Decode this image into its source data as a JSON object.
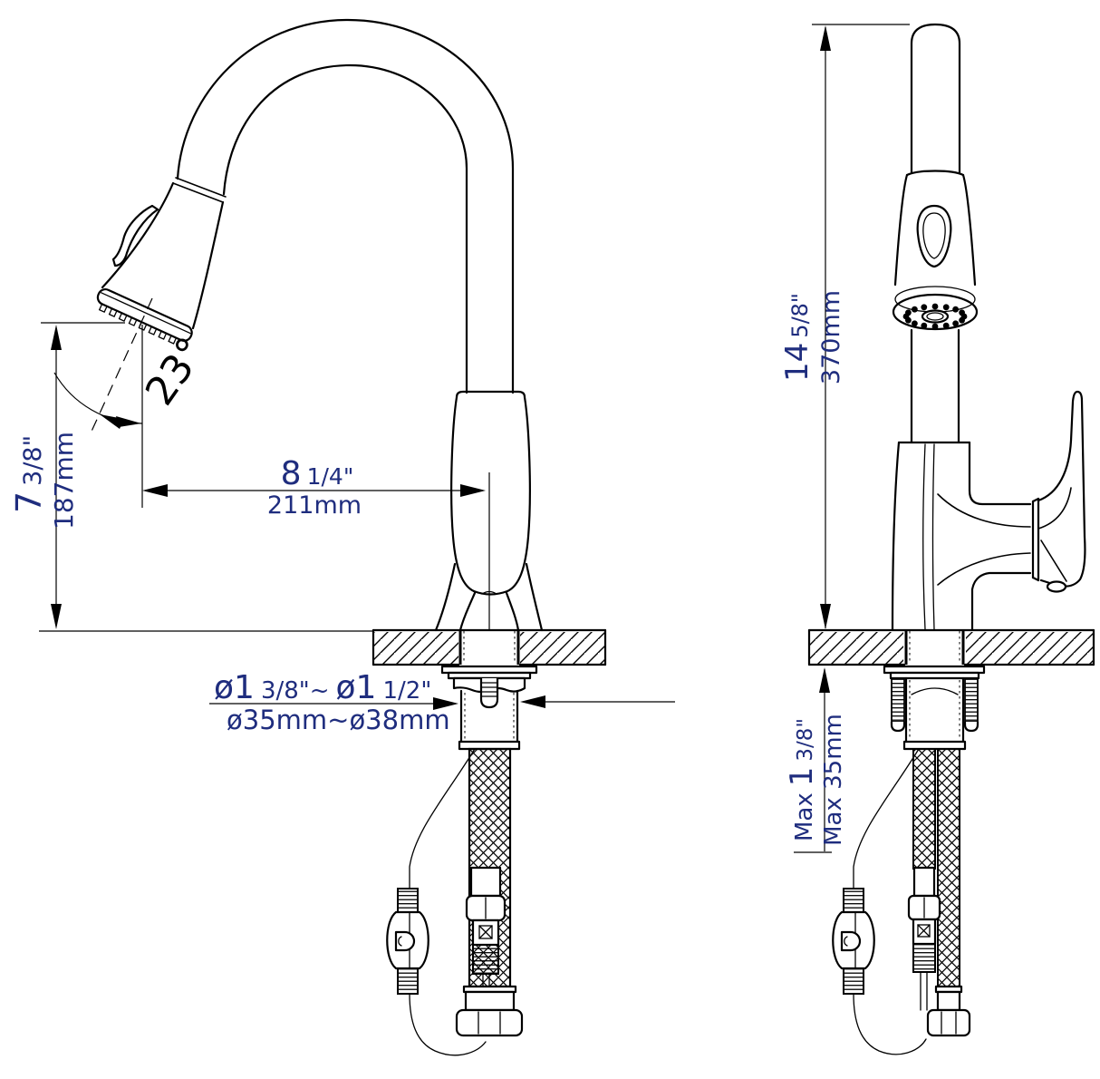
{
  "colors": {
    "dim_text": "#1f2d7e",
    "line": "#000000",
    "background": "#ffffff"
  },
  "left_view": {
    "height": {
      "main": "7",
      "frac": "3/8\"",
      "metric": "187mm"
    },
    "reach": {
      "main": "8",
      "frac": "1/4\"",
      "metric": "211mm"
    },
    "angle": "23°",
    "hole": {
      "d1": "ø1",
      "f1": "3/8\"~",
      "d2": "ø1",
      "f2": "1/2\"",
      "metric": "ø35mm~ø38mm"
    }
  },
  "front_view": {
    "height": {
      "main": "14",
      "frac": "5/8\"",
      "metric": "370mm"
    },
    "deck_thickness": {
      "prefix": "Max",
      "main": "1",
      "frac": "3/8\"",
      "metric": "Max 35mm"
    }
  }
}
